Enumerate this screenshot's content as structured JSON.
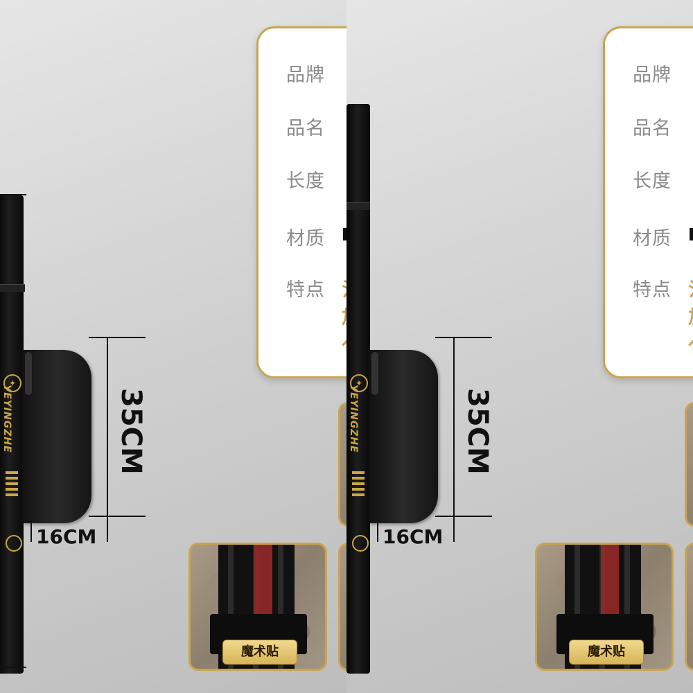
{
  "spec": {
    "labels": [
      "品牌",
      "品名",
      "长度",
      "材质",
      "特点"
    ],
    "feature_partial": [
      "氵",
      "加",
      "亻"
    ]
  },
  "dimensions": {
    "height": "35CM",
    "width": "16CM"
  },
  "brand": {
    "text": "YEYINGZHE"
  },
  "detail": {
    "tag": "魔术贴"
  },
  "colors": {
    "accent_gold": "#c9a550",
    "bag_black": "#111111"
  }
}
